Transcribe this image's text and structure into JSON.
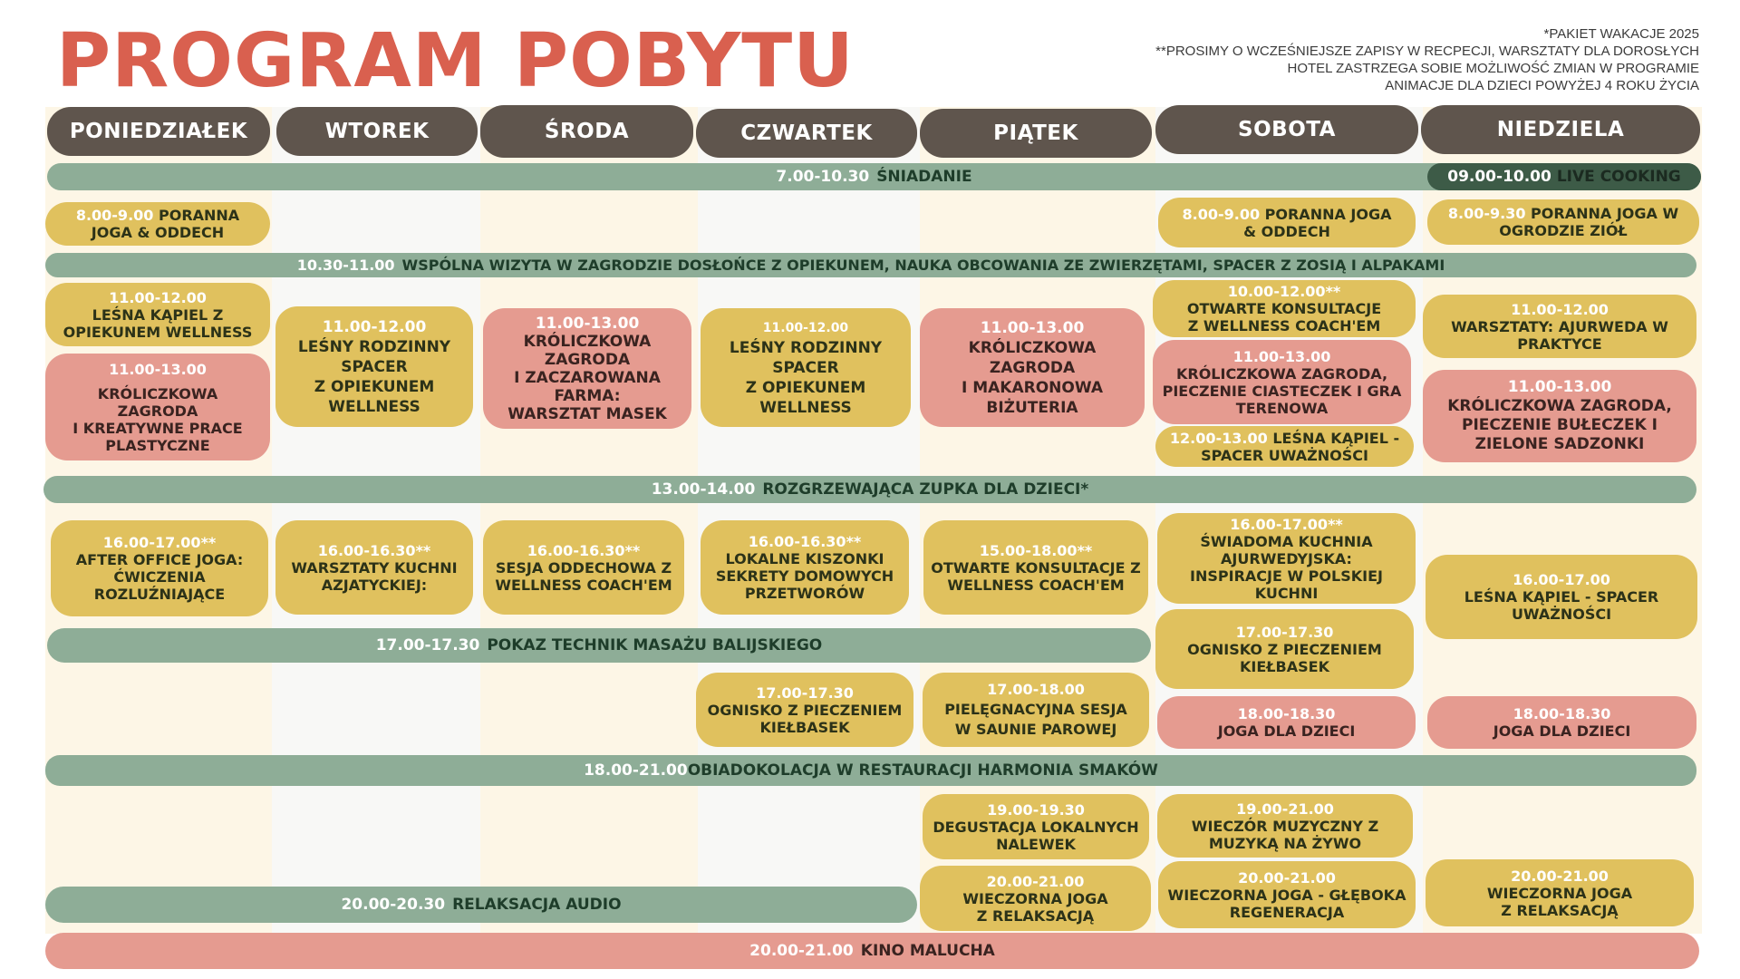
{
  "title": "PROGRAM POBYTU",
  "notes": [
    "*PAKIET WAKACJE 2025",
    "**PROSIMY O WCZEŚNIEJSZE ZAPISY W RECPECJI, WARSZTATY DLA DOROSŁYCH",
    "HOTEL ZASTRZEGA SOBIE MOŻLIWOŚĆ ZMIAN W PROGRAMIE",
    "ANIMACJE DLA DZIECI POWYŻEJ 4 ROKU ŻYCIA"
  ],
  "days": [
    "PONIEDZIAŁEK",
    "WTOREK",
    "ŚRODA",
    "CZWARTEK",
    "PIĄTEK",
    "SOBOTA",
    "NIEDZIELA"
  ],
  "colors": {
    "title": "#d9604f",
    "day_header": "#5f554d",
    "band": "#8ead97",
    "yellow": "#e0c15e",
    "pink": "#e59b90",
    "col_cream": "#fdf6e6",
    "col_grey": "#f8f8f6"
  },
  "bands": {
    "breakfast": {
      "time": "7.00-10.30",
      "text": "ŚNIADANIE"
    },
    "live_cooking": {
      "time": "09.00-10.00",
      "text": "LIVE COOKING"
    },
    "farm": {
      "time": "10.30-11.00",
      "text": "WSPÓLNA WIZYTA W ZAGRODZIE DOSŁOŃCE Z OPIEKUNEM, NAUKA OBCOWANIA ZE ZWIERZĘTAMI, SPACER Z ZOSIĄ I ALPAKAMI"
    },
    "soup": {
      "time": "13.00-14.00",
      "text": "ROZGRZEWAJĄCA ZUPKA DLA DZIECI*"
    },
    "massage": {
      "time": "17.00-17.30",
      "text": "POKAZ TECHNIK MASAŻU BALIJSKIEGO"
    },
    "dinner": {
      "time": "18.00-21.00",
      "text": "OBIADOKOLACJA W RESTAURACJI HARMONIA SMAKÓW"
    },
    "audio": {
      "time": "20.00-20.30",
      "text": "RELAKSACJA AUDIO"
    },
    "kino": {
      "time": "20.00-21.00",
      "text": "KINO MALUCHA"
    }
  },
  "cards": [
    {
      "time": "8.00-9.00",
      "lines": [
        "PORANNA",
        "JOGA & ODDECH"
      ],
      "inline": true
    },
    {
      "time": "8.00-9.00",
      "lines": [
        "PORANNA JOGA",
        "& ODDECH"
      ],
      "inline": true
    },
    {
      "time": "8.00-9.30",
      "lines": [
        "PORANNA JOGA W",
        "OGRODZIE ZIÓŁ"
      ],
      "inline": true
    },
    {
      "time": "11.00-12.00",
      "lines": [
        "LEŚNA KĄPIEL Z",
        "OPIEKUNEM WELLNESS"
      ]
    },
    {
      "time": "11.00-13.00",
      "lines": [
        "KRÓLICZKOWA",
        "ZAGRODA",
        "I KREATYWNE PRACE",
        "PLASTYCZNE"
      ]
    },
    {
      "time": "11.00-12.00",
      "lines": [
        "LEŚNY RODZINNY",
        "SPACER",
        "Z OPIEKUNEM",
        "WELLNESS"
      ]
    },
    {
      "time": "11.00-13.00",
      "lines": [
        "KRÓLICZKOWA",
        "ZAGRODA",
        "I ZACZAROWANA",
        "FARMA:",
        "WARSZTAT MASEK"
      ]
    },
    {
      "time": "11.00-12.00",
      "lines": [
        "LEŚNY RODZINNY",
        "SPACER",
        "Z OPIEKUNEM",
        "WELLNESS"
      ]
    },
    {
      "time": "11.00-13.00",
      "lines": [
        "KRÓLICZKOWA",
        "ZAGRODA",
        "I MAKARONOWA",
        "BIŻUTERIA"
      ]
    },
    {
      "time": "10.00-12.00**",
      "lines": [
        "OTWARTE KONSULTACJE",
        "Z WELLNESS COACH'EM"
      ]
    },
    {
      "time": "11.00-13.00",
      "lines": [
        "KRÓLICZKOWA ZAGRODA,",
        "PIECZENIE CIASTECZEK I GRA",
        "TERENOWA"
      ]
    },
    {
      "time": "12.00-13.00",
      "lines": [
        "LEŚNA KĄPIEL -",
        "SPACER UWAŻNOŚCI"
      ],
      "inline": true
    },
    {
      "time": "11.00-12.00",
      "lines": [
        "WARSZTATY: AJURWEDA W",
        "PRAKTYCE"
      ]
    },
    {
      "time": "11.00-13.00",
      "lines": [
        "KRÓLICZKOWA ZAGRODA,",
        "PIECZENIE BUŁECZEK I",
        "ZIELONE SADZONKI"
      ]
    },
    {
      "time": "16.00-17.00**",
      "lines": [
        "AFTER OFFICE JOGA:",
        "ĆWICZENIA",
        "ROZLUŹNIAJĄCE"
      ]
    },
    {
      "time": "16.00-16.30**",
      "lines": [
        "WARSZTATY KUCHNI",
        "AZJATYCKIEJ:"
      ]
    },
    {
      "time": "16.00-16.30**",
      "lines": [
        "SESJA ODDECHOWA Z",
        "WELLNESS COACH'EM"
      ]
    },
    {
      "time": "16.00-16.30**",
      "lines": [
        "LOKALNE KISZONKI",
        "SEKRETY DOMOWYCH",
        "PRZETWORÓW"
      ]
    },
    {
      "time": "15.00-18.00**",
      "lines": [
        "OTWARTE KONSULTACJE Z",
        "WELLNESS COACH'EM"
      ]
    },
    {
      "time": "16.00-17.00**",
      "lines": [
        "ŚWIADOMA KUCHNIA",
        "AJURWEDYJSKA:",
        "INSPIRACJE W POLSKIEJ",
        "KUCHNI"
      ]
    },
    {
      "time": "16.00-17.00",
      "lines": [
        "LEŚNA KĄPIEL - SPACER",
        "UWAŻNOŚCI"
      ]
    },
    {
      "time": "17.00-17.30",
      "lines": [
        "OGNISKO Z PIECZENIEM",
        "KIEŁBASEK"
      ]
    },
    {
      "time": "17.00-17.30",
      "lines": [
        "OGNISKO Z PIECZENIEM",
        "KIEŁBASEK"
      ]
    },
    {
      "time": "17.00-18.00",
      "lines": [
        "PIELĘGNACYJNA SESJA",
        "W SAUNIE PAROWEJ"
      ]
    },
    {
      "time": "18.00-18.30",
      "lines": [
        "JOGA DLA DZIECI"
      ]
    },
    {
      "time": "18.00-18.30",
      "lines": [
        "JOGA DLA DZIECI"
      ]
    },
    {
      "time": "19.00-19.30",
      "lines": [
        "DEGUSTACJA LOKALNYCH",
        "NALEWEK"
      ]
    },
    {
      "time": "19.00-21.00",
      "lines": [
        "WIECZÓR MUZYCZNY Z",
        "MUZYKĄ NA ŻYWO"
      ]
    },
    {
      "time": "20.00-21.00",
      "lines": [
        "WIECZORNA JOGA",
        "Z RELAKSACJĄ"
      ]
    },
    {
      "time": "20.00-21.00",
      "lines": [
        "WIECZORNA JOGA - GŁĘBOKA",
        "REGENERACJA"
      ]
    },
    {
      "time": "20.00-21.00",
      "lines": [
        "WIECZORNA JOGA",
        "Z RELAKSACJĄ"
      ]
    }
  ]
}
